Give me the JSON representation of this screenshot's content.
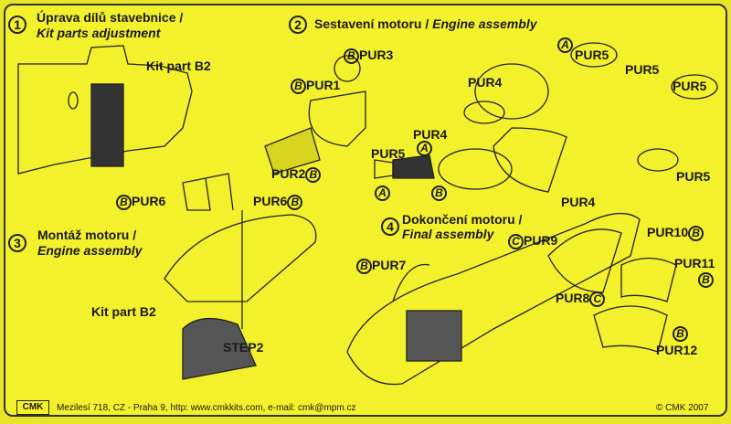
{
  "steps": [
    {
      "number": "1",
      "title": "Úprava dílů stavebnice /",
      "subtitle": "Kit parts adjustment"
    },
    {
      "number": "2",
      "title": "Sestavení motoru / ",
      "subtitle": "Engine assembly"
    },
    {
      "number": "3",
      "title": "Montáž motoru /",
      "subtitle": "Engine assembly"
    },
    {
      "number": "4",
      "title": "Dokončení motoru /",
      "subtitle": "Final assembly"
    }
  ],
  "labels": {
    "kit_part_b2_top": "Kit part B2",
    "kit_part_b2_bottom": "Kit part B2",
    "step2": "STEP2",
    "pur1": "PUR1",
    "pur2": "PUR2",
    "pur3": "PUR3",
    "pur4a": "PUR4",
    "pur4b": "PUR4",
    "pur4c": "PUR4",
    "pur5a": "PUR5",
    "pur5b": "PUR5",
    "pur5c": "PUR5",
    "pur5d": "PUR5",
    "pur5e": "PUR5",
    "pur6a": "PUR6",
    "pur6b": "PUR6",
    "pur7": "PUR7",
    "pur8": "PUR8",
    "pur9": "PUR9",
    "pur10": "PUR10",
    "pur11": "PUR11",
    "pur12": "PUR12"
  },
  "markers": {
    "a": "A",
    "b": "B",
    "c": "C"
  },
  "footer": {
    "logo": "CMK",
    "address": "Mezilesí 718, CZ - Praha 9,  http: www.cmkkits.com, e-mail: cmk@mpm.cz",
    "copyright": "© CMK 2007"
  }
}
